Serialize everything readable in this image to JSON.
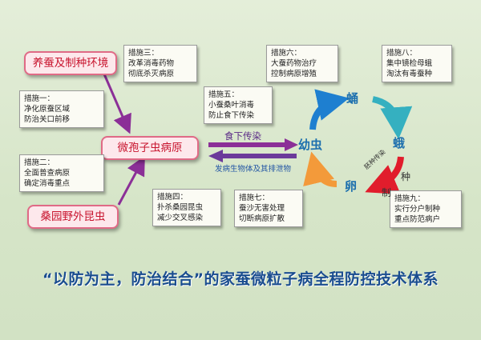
{
  "nodes": {
    "box1": "养蚕及制种环境",
    "box_center": "微孢子虫病原",
    "box3": "桑园野外昆虫"
  },
  "measures": {
    "m1": [
      "措施一：",
      "净化原蚕区域",
      "防治关口前移"
    ],
    "m2": [
      "措施二：",
      "全面普查病原",
      "确定消毒重点"
    ],
    "m3": [
      "措施三：",
      "改革消毒药物",
      "彻底杀灭病原"
    ],
    "m4": [
      "措施四：",
      "扑杀桑园昆虫",
      "减少交叉感染"
    ],
    "m5": [
      "措施五：",
      "小蚕桑叶消毒",
      "防止食下传染"
    ],
    "m6": [
      "措施六：",
      "大蚕药物治疗",
      "控制病原增殖"
    ],
    "m7": [
      "措施七：",
      "蚕沙无害处理",
      "切断病原扩散"
    ],
    "m8": [
      "措施八：",
      "集中镜检母蛾",
      "淘汰有毒蚕种"
    ],
    "m9": [
      "措施九：",
      "实行分户制种",
      "重点防范病户"
    ]
  },
  "cycle": {
    "larva": "幼虫",
    "pupa": "蛹",
    "moth": "蛾",
    "egg": "卵"
  },
  "labels": {
    "infect": "食下传染",
    "excrete": "发病生物体及其排泄物",
    "zhi": "制",
    "zhong": "种",
    "embryo": "胚种传染"
  },
  "title": "“以防为主，防治结合”的家蚕微粒子病全程防控技术体系",
  "colors": {
    "pink_border": "#e06a86",
    "pink_text": "#c8142e",
    "arrow_purple": "#8b2f97",
    "pupa_arrow": "#1e7fd0",
    "moth_arrow": "#35b0c0",
    "egg_arrow": "#e11d2c",
    "larva_arrow": "#f39a3a",
    "title_color": "#1a4d8f"
  }
}
